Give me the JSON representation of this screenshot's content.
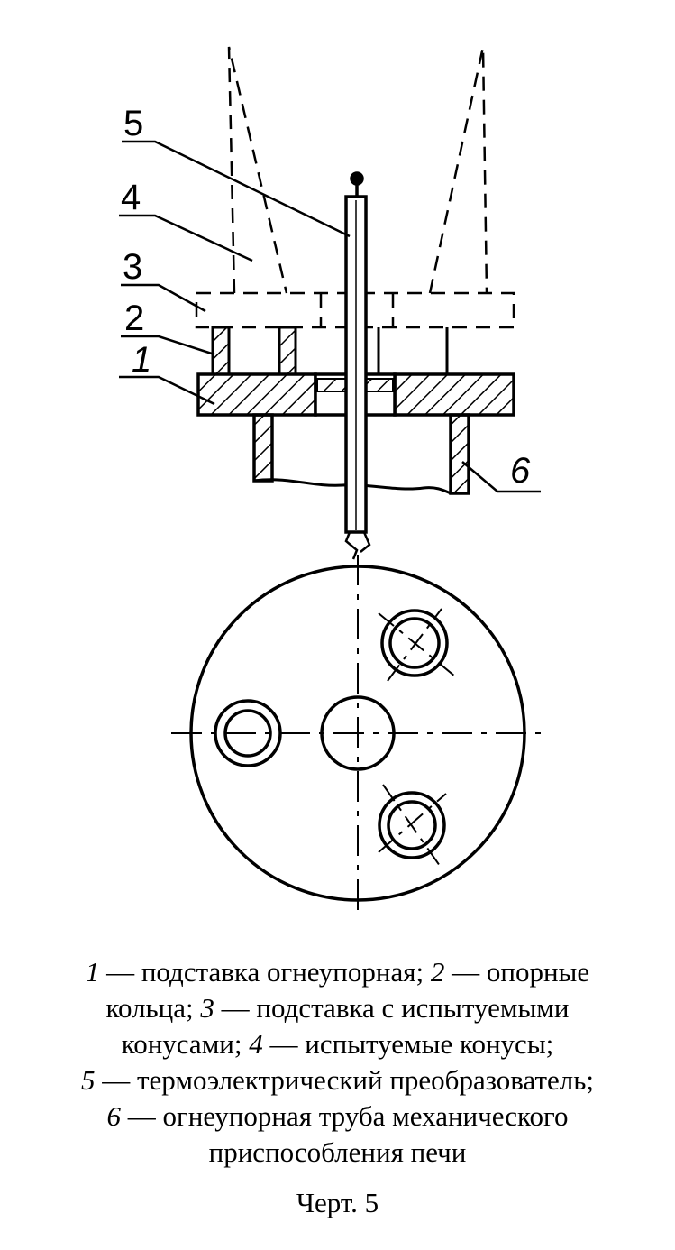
{
  "labels": {
    "l1": "1",
    "l2": "2",
    "l3": "3",
    "l4": "4",
    "l5": "5",
    "l6": "6"
  },
  "caption": [
    {
      "num": "1",
      "text": " — подставка огнеупорная; "
    },
    {
      "num": "2",
      "text": " — опорные кольца; "
    },
    {
      "num": "3",
      "text": " — подставка с испытуемыми конусами; "
    },
    {
      "num": "4",
      "text": " — испытуемые конусы;"
    },
    {
      "num": "5",
      "text": " — термоэлектрический преобразователь;"
    },
    {
      "num": "6",
      "text": " — огнеупорная труба механического приспособления печи"
    }
  ],
  "figure_label": "Черт. 5"
}
